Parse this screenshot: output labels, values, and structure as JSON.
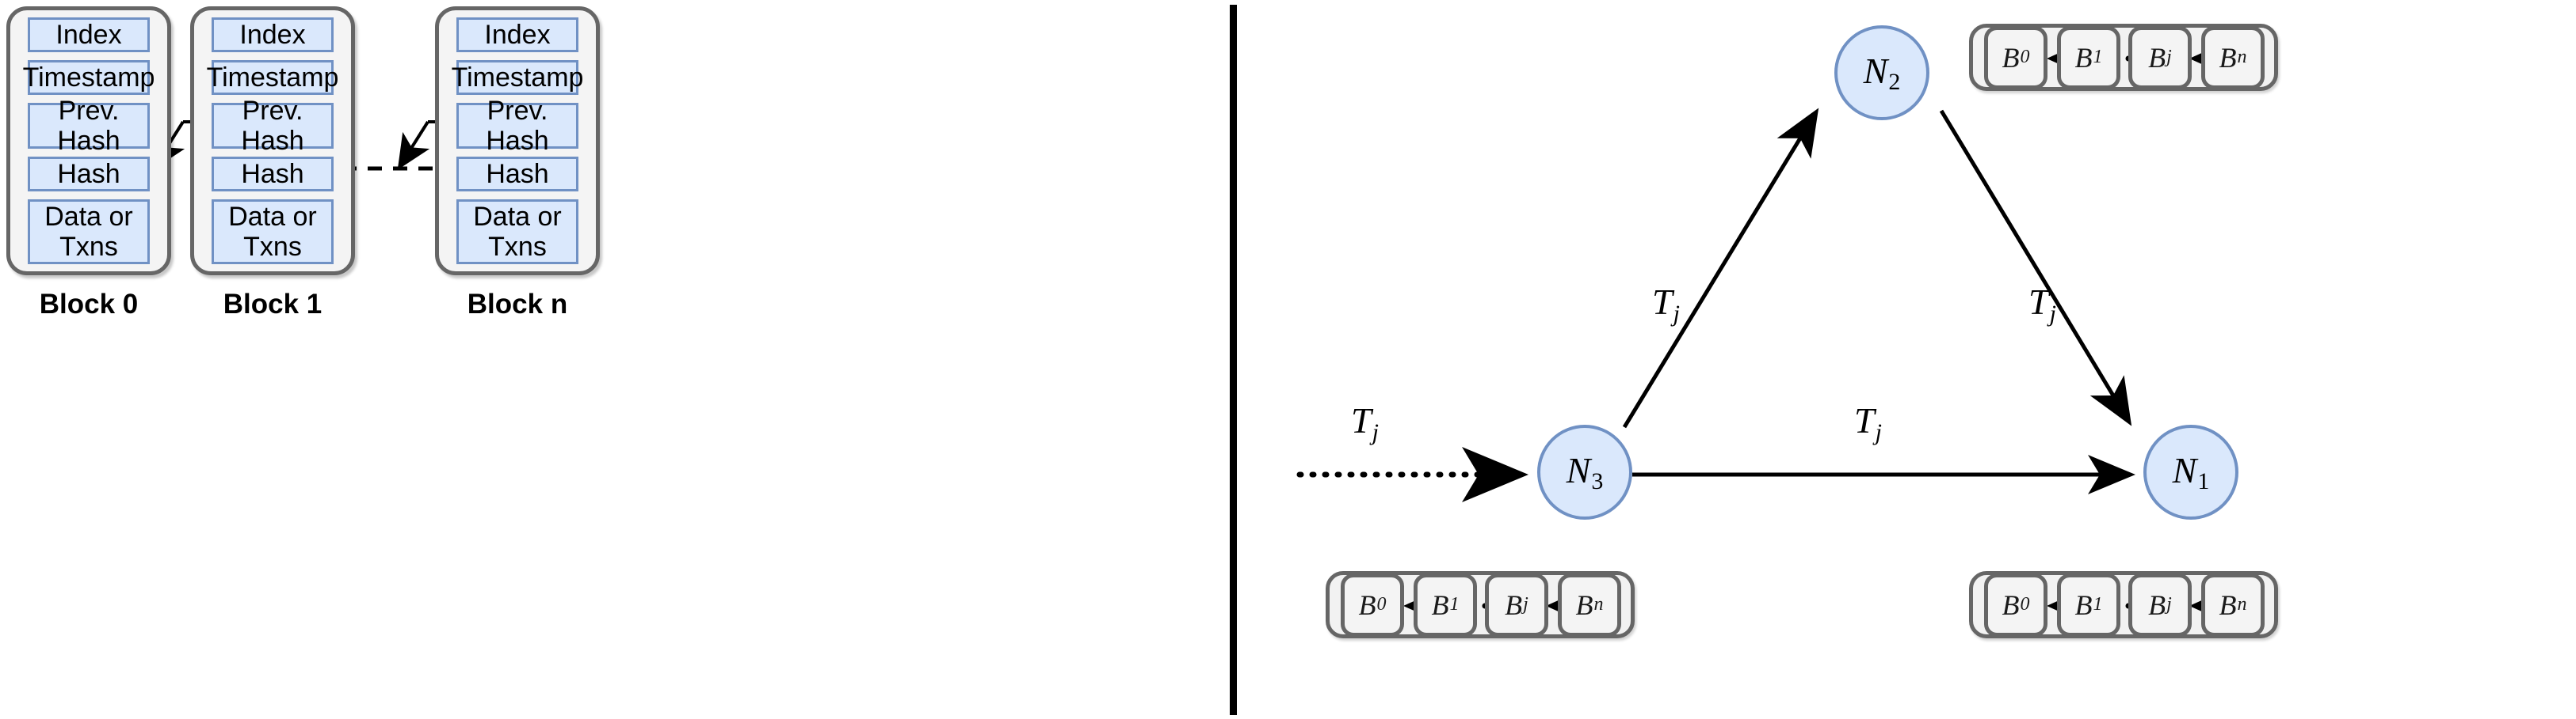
{
  "diagram": {
    "title": "Blockchain structure and node network",
    "colors": {
      "field_fill": "#dae8fc",
      "field_stroke": "#7091c4",
      "card_fill": "#f4f4f4",
      "card_stroke": "#666666",
      "node_fill": "#dae8fc",
      "node_stroke": "#7091c4",
      "arrow": "#000000",
      "divider": "#000000"
    }
  },
  "left_panel": {
    "name": "block-structure",
    "field_names": [
      "Index",
      "Timestamp",
      "Prev. Hash",
      "Hash",
      "Data or\nTxns"
    ],
    "blocks": [
      {
        "label": "Block 0",
        "fields": [
          "Index",
          "Timestamp",
          "Prev. Hash",
          "Hash",
          "Data or\nTxns"
        ]
      },
      {
        "label": "Block 1",
        "fields": [
          "Index",
          "Timestamp",
          "Prev. Hash",
          "Hash",
          "Data or\nTxns"
        ]
      },
      {
        "label": "Block n",
        "fields": [
          "Index",
          "Timestamp",
          "Prev. Hash",
          "Hash",
          "Data or\nTxns"
        ]
      }
    ],
    "links": [
      {
        "name": "prevhash-block1-to-hash-block0",
        "style": "solid",
        "from": "Block 1 Prev. Hash",
        "to": "Block 0 Hash"
      },
      {
        "name": "ellipsis-block1-to-blockn",
        "style": "dashed",
        "from": "Block 1",
        "to": "Block n"
      },
      {
        "name": "prevhash-blockn-to-previous-hash",
        "style": "solid",
        "from": "Block n Prev. Hash",
        "to": "preceding block Hash"
      }
    ]
  },
  "right_panel": {
    "name": "node-network",
    "nodes": [
      {
        "id": "N2",
        "base": "N",
        "sub": "2"
      },
      {
        "id": "N3",
        "base": "N",
        "sub": "3"
      },
      {
        "id": "N1",
        "base": "N",
        "sub": "1"
      }
    ],
    "transaction_label": {
      "base": "T",
      "sub": "j"
    },
    "edges": [
      {
        "name": "incoming-to-N3",
        "from": "external",
        "to": "N3",
        "label_base": "T",
        "label_sub": "j",
        "style": "dotted"
      },
      {
        "name": "N3-to-N2",
        "from": "N3",
        "to": "N2",
        "label_base": "T",
        "label_sub": "j",
        "style": "solid"
      },
      {
        "name": "N2-to-N1",
        "from": "N2",
        "to": "N1",
        "label_base": "T",
        "label_sub": "j",
        "style": "solid"
      },
      {
        "name": "N3-to-N1",
        "from": "N3",
        "to": "N1",
        "label_base": "T",
        "label_sub": "j",
        "style": "solid"
      }
    ],
    "chains": [
      {
        "name": "chain-of-N2",
        "owner": "N2",
        "chips": [
          {
            "base": "B",
            "sub": "0"
          },
          {
            "base": "B",
            "sub": "1"
          },
          {
            "base": "B",
            "sub": "j"
          },
          {
            "base": "B",
            "sub": "n"
          }
        ],
        "connectors": [
          "solid",
          "dotted",
          "dotted"
        ]
      },
      {
        "name": "chain-of-N3",
        "owner": "N3",
        "chips": [
          {
            "base": "B",
            "sub": "0"
          },
          {
            "base": "B",
            "sub": "1"
          },
          {
            "base": "B",
            "sub": "j"
          },
          {
            "base": "B",
            "sub": "n"
          }
        ],
        "connectors": [
          "solid",
          "dotted",
          "dotted"
        ]
      },
      {
        "name": "chain-of-N1",
        "owner": "N1",
        "chips": [
          {
            "base": "B",
            "sub": "0"
          },
          {
            "base": "B",
            "sub": "1"
          },
          {
            "base": "B",
            "sub": "j"
          },
          {
            "base": "B",
            "sub": "n"
          }
        ],
        "connectors": [
          "solid",
          "dotted",
          "dotted"
        ]
      }
    ]
  }
}
